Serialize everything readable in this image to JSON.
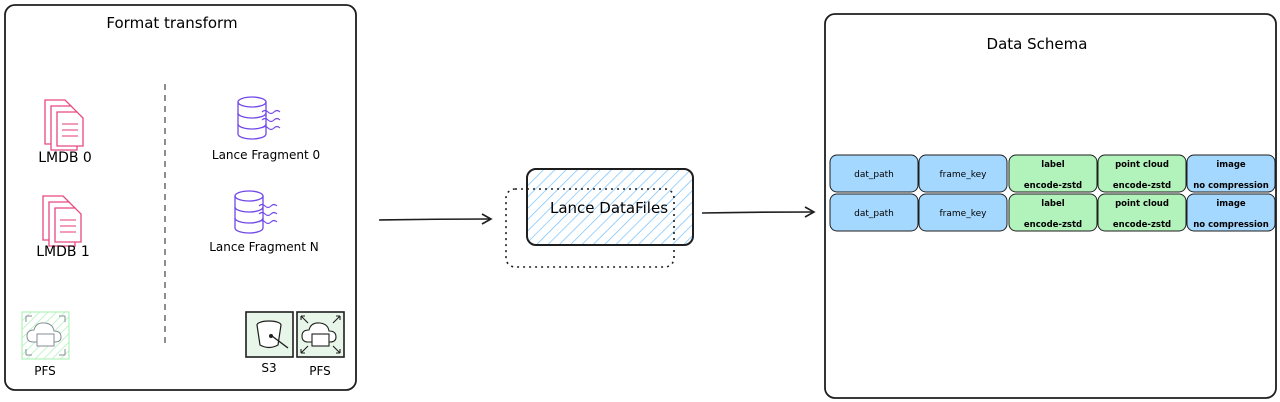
{
  "left_panel": {
    "title": "Format transform",
    "lmdb": [
      "LMDB 0",
      "LMDB 1"
    ],
    "fragments": [
      "Lance Fragment 0",
      "Lance Fragment N"
    ],
    "pfs_left": "PFS",
    "s3": "S3",
    "pfs_right": "PFS"
  },
  "middle": {
    "datafiles_label": "Lance DataFiles"
  },
  "right_panel": {
    "title": "Data Schema",
    "rows": [
      {
        "cells": [
          {
            "line1": "dat_path",
            "line2": ""
          },
          {
            "line1": "frame_key",
            "line2": ""
          },
          {
            "line1": "label",
            "line2": "encode-zstd"
          },
          {
            "line1": "point cloud",
            "line2": "encode-zstd"
          },
          {
            "line1": "image",
            "line2": "no compression"
          }
        ]
      },
      {
        "cells": [
          {
            "line1": "dat_path",
            "line2": ""
          },
          {
            "line1": "frame_key",
            "line2": ""
          },
          {
            "line1": "label",
            "line2": "encode-zstd"
          },
          {
            "line1": "point cloud",
            "line2": "encode-zstd"
          },
          {
            "line1": "image",
            "line2": "no compression"
          }
        ]
      }
    ]
  },
  "colors": {
    "blue_cell": "#a5d8ff",
    "green_cell": "#b2f2bb",
    "pink_icon": "#e64980",
    "purple_icon": "#7048e8",
    "hatch": "#74c0fc",
    "stroke": "#1e1e1e"
  }
}
